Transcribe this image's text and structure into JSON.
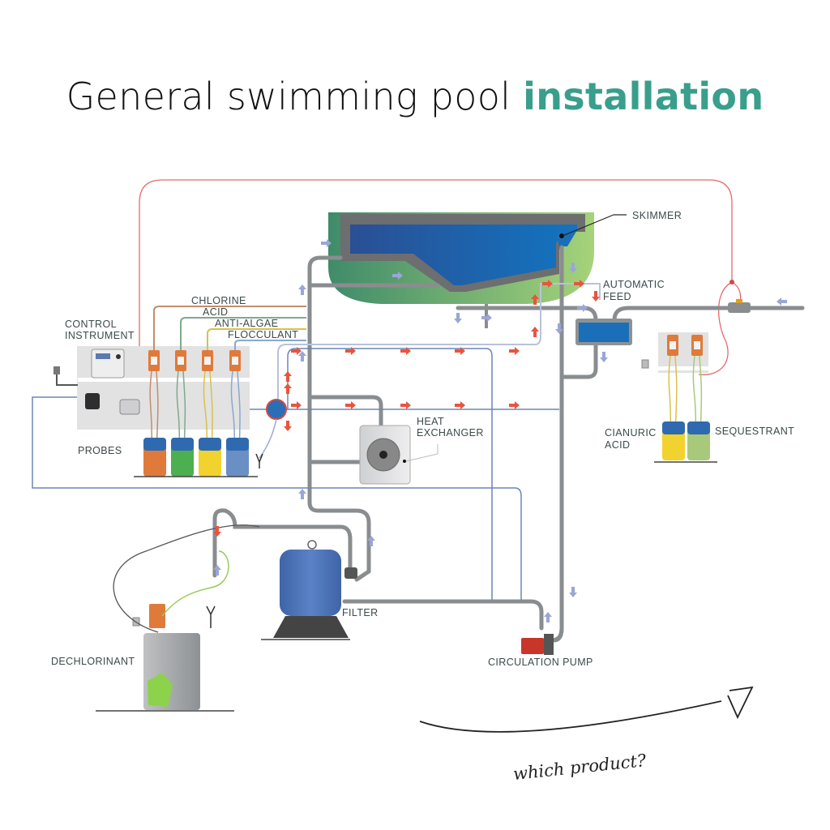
{
  "title": {
    "main": "General swimming pool",
    "accent": "installation",
    "accent_color": "#3a9e8c"
  },
  "labels": {
    "skimmer": "SKIMMER",
    "automatic_feed": [
      "AUTOMATIC",
      "FEED"
    ],
    "control_instrument": [
      "CONTROL",
      "INSTRUMENT"
    ],
    "chlorine": "CHLORINE",
    "acid": "ACID",
    "anti_algae": "ANTI-ALGAE",
    "flocculant": "FLOCCULANT",
    "probes": "PROBES",
    "heat_exchanger": [
      "HEAT",
      "EXCHANGER"
    ],
    "cianuric_acid": [
      "CIANURIC",
      "ACID"
    ],
    "sequestrant": "SEQUESTRANT",
    "filter": "FILTER",
    "dechlorinant": "DECHLORINANT",
    "circulation_pump": "CIRCULATION PUMP"
  },
  "callout": {
    "text": "which product?"
  },
  "tanks": [
    {
      "name": "chlorine",
      "color": "#e07a3a"
    },
    {
      "name": "acid",
      "color": "#4caf50"
    },
    {
      "name": "anti-algae",
      "color": "#f2d22e"
    },
    {
      "name": "flocculant",
      "color": "#6a8fc4"
    },
    {
      "name": "cianuric-acid",
      "color": "#f2d22e"
    },
    {
      "name": "sequestrant",
      "color": "#a9c97a"
    }
  ],
  "colors": {
    "pool_water": "#1f64a8",
    "pool_surround": "#4f9a6a",
    "pipe": "#8a8d8f",
    "signal_line": "#e46a6a",
    "probe_line": "#6b85b5",
    "flow_arrow_hot": "#e8553f",
    "flow_arrow_cold": "#9aa6d6",
    "filter_body": "#4a6fb0",
    "pump": "#c8352a"
  }
}
